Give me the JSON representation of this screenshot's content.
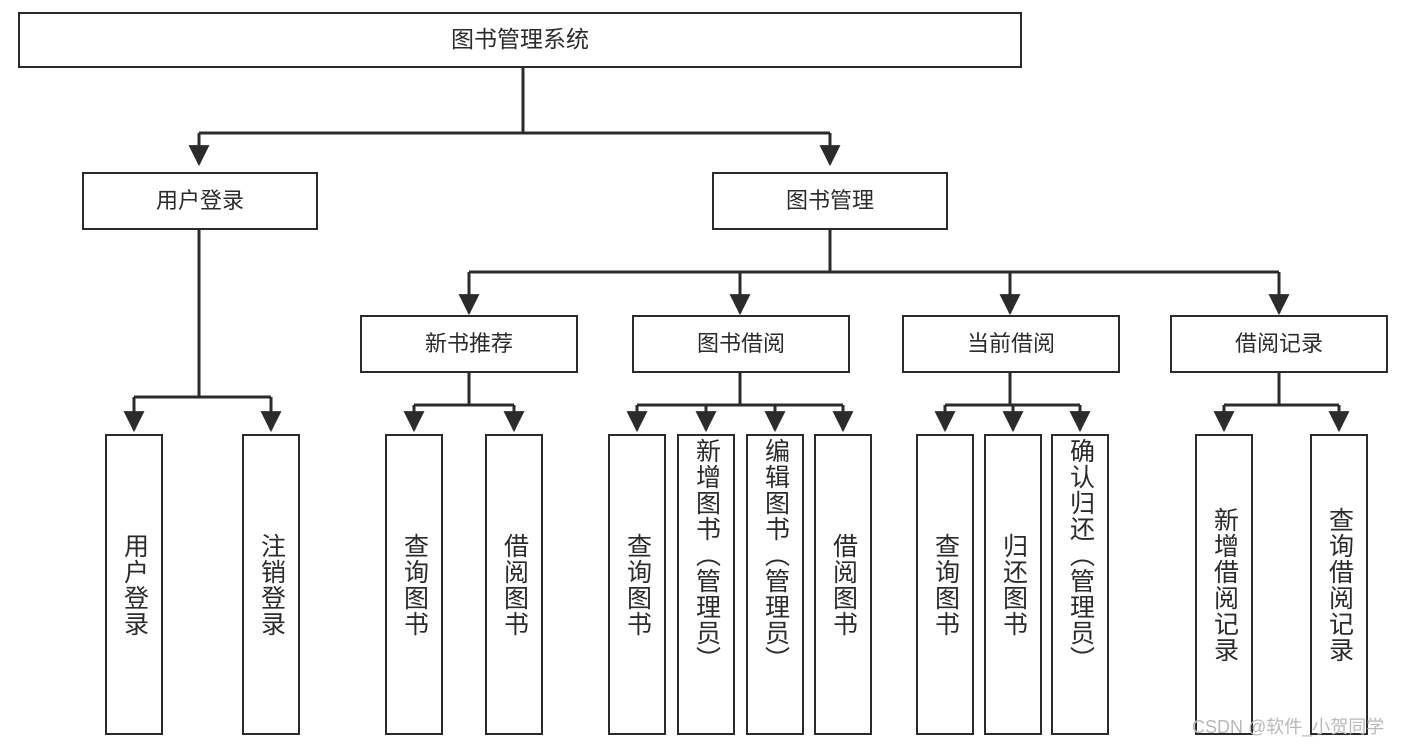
{
  "diagram": {
    "type": "tree-hierarchy-chart",
    "title": "图书管理系统",
    "colors": {
      "box_border": "#2b2b2b",
      "box_fill": "#ffffff",
      "connector": "#2b2b2b",
      "text": "#2b2b2b",
      "watermark": "#b9b9b9",
      "background": "#ffffff"
    },
    "watermark": "CSDN @软件_小贺同学",
    "nodes": {
      "root": {
        "label": "图书管理系统"
      },
      "level2": [
        {
          "id": "user-login",
          "label": "用户登录"
        },
        {
          "id": "book-management",
          "label": "图书管理"
        }
      ],
      "level3": [
        {
          "id": "new-book-recommend",
          "label": "新书推荐"
        },
        {
          "id": "book-borrow",
          "label": "图书借阅"
        },
        {
          "id": "current-borrow",
          "label": "当前借阅"
        },
        {
          "id": "borrow-record",
          "label": "借阅记录"
        }
      ],
      "leaves": [
        {
          "id": "leaf-user-login",
          "label": "用户登录",
          "parent": "user-login"
        },
        {
          "id": "leaf-logout",
          "label": "注销登录",
          "parent": "user-login"
        },
        {
          "id": "leaf-query-book-1",
          "label": "查询图书",
          "parent": "new-book-recommend"
        },
        {
          "id": "leaf-borrow-book-1",
          "label": "借阅图书",
          "parent": "new-book-recommend"
        },
        {
          "id": "leaf-query-book-2",
          "label": "查询图书",
          "parent": "book-borrow"
        },
        {
          "id": "leaf-add-book",
          "label": "新增图书（管理员）",
          "parent": "book-borrow"
        },
        {
          "id": "leaf-edit-book",
          "label": "编辑图书（管理员）",
          "parent": "book-borrow"
        },
        {
          "id": "leaf-borrow-book-2",
          "label": "借阅图书",
          "parent": "book-borrow"
        },
        {
          "id": "leaf-query-book-3",
          "label": "查询图书",
          "parent": "current-borrow"
        },
        {
          "id": "leaf-return-book",
          "label": "归还图书",
          "parent": "current-borrow"
        },
        {
          "id": "leaf-confirm-return",
          "label": "确认归还（管理员）",
          "parent": "current-borrow"
        },
        {
          "id": "leaf-add-record",
          "label": "新增借阅记录",
          "parent": "borrow-record"
        },
        {
          "id": "leaf-query-record",
          "label": "查询借阅记录",
          "parent": "borrow-record"
        }
      ]
    }
  }
}
